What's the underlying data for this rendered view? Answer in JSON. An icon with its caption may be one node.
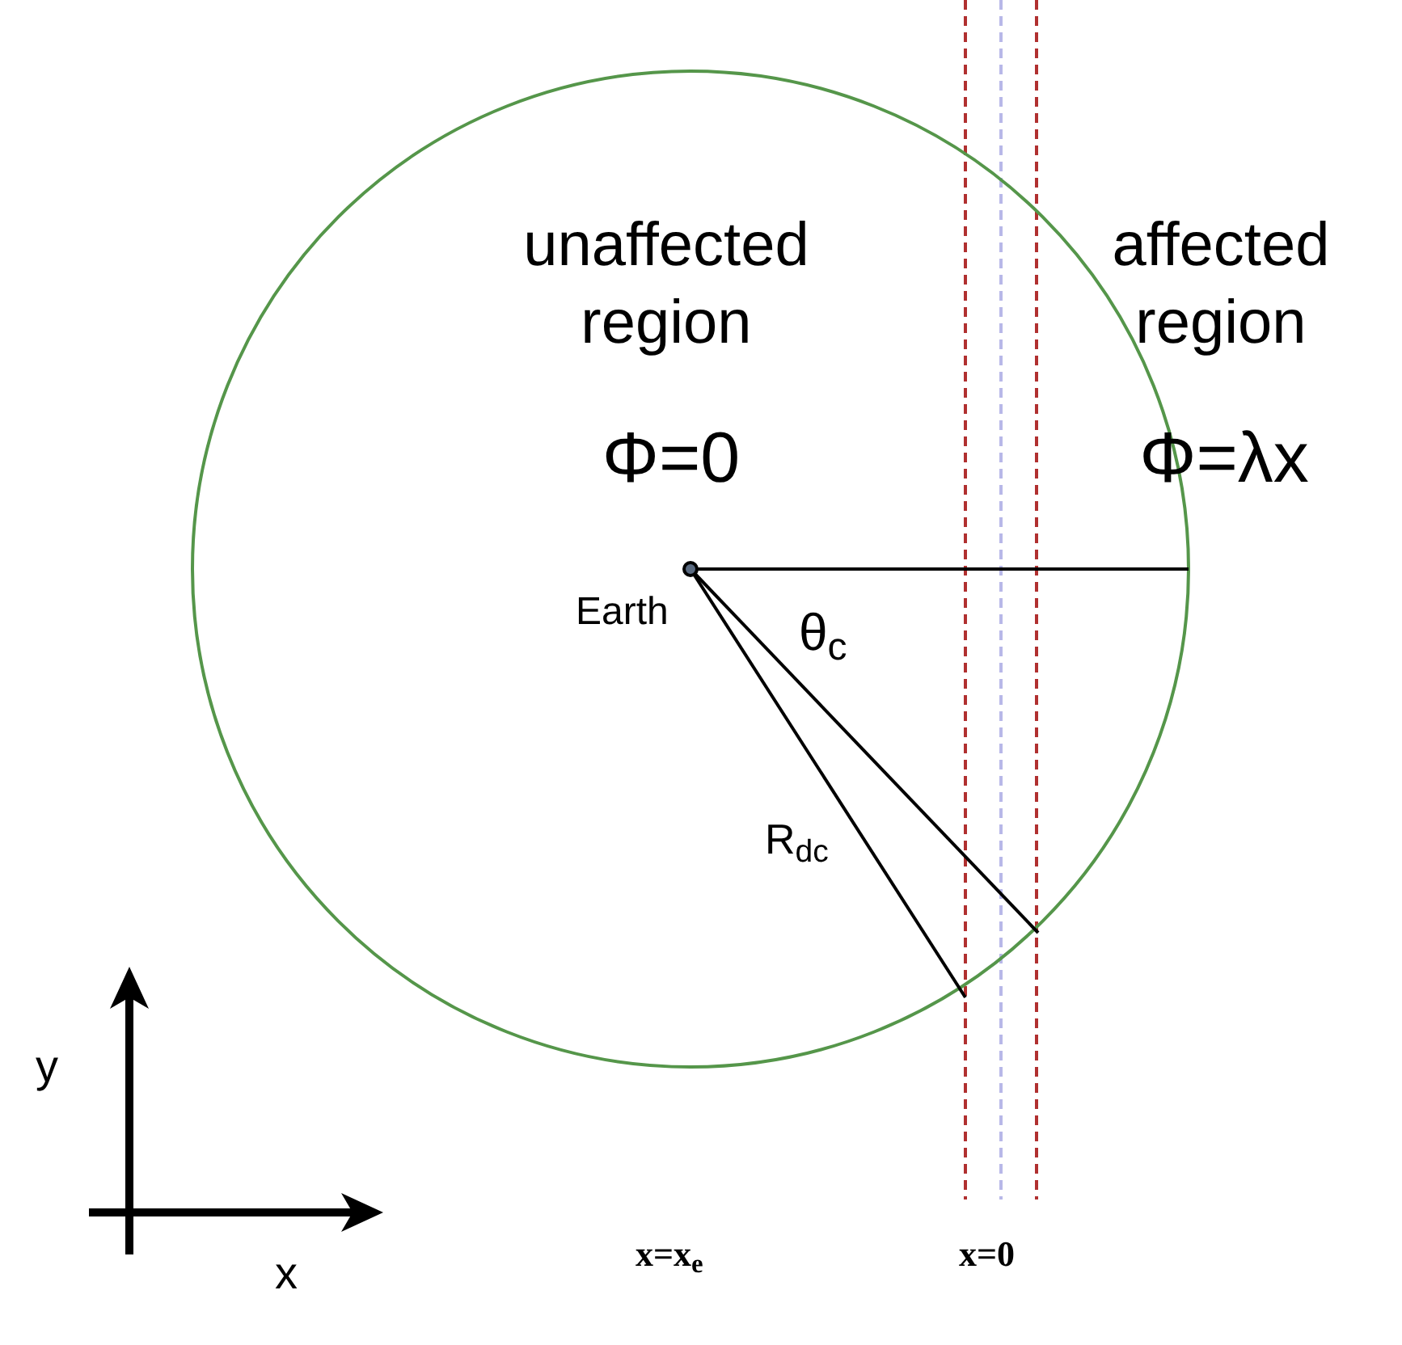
{
  "diagram": {
    "labels": [
      "unaffected region",
      "affected region",
      "Φ=0",
      "Φ=λx",
      "Earth",
      "θ$_{c}$",
      "R$_{dc}$",
      "y",
      "x",
      "x=x$_{e}$",
      "x=0"
    ]
  }
}
